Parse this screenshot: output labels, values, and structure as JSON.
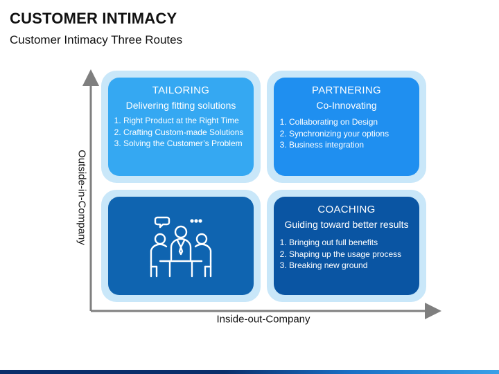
{
  "slide": {
    "title": "CUSTOMER INTIMACY",
    "subtitle": "Customer Intimacy Three Routes"
  },
  "axes": {
    "y_label": "Outside-in-Company",
    "x_label": "Inside-out-Company"
  },
  "quadrants": {
    "tailoring": {
      "title": "TAILORING",
      "subtitle": "Delivering fitting solutions",
      "items": [
        "Right Product at the Right Time",
        "Crafting Custom-made Solutions",
        "Solving the Customer’s Problem"
      ],
      "color": "#35a8f2"
    },
    "partnering": {
      "title": "PARTNERING",
      "subtitle": "Co-Innovating",
      "items": [
        "Collaborating on Design",
        "Synchronizing your options",
        "Business integration"
      ],
      "color": "#1f8ff0"
    },
    "meeting": {
      "icon": "team-meeting-icon",
      "color": "#0f64b0"
    },
    "coaching": {
      "title": "COACHING",
      "subtitle": "Guiding toward better results",
      "items": [
        "Bringing out full benefits",
        "Shaping up the usage process",
        "Breaking new ground"
      ],
      "color": "#0a55a3"
    }
  },
  "colors": {
    "outer_frame": "#c9e7f9",
    "axis": "#7f7f7f",
    "bottom_bar_dark": "#0a2f6b",
    "bottom_bar_light": "#3aa0e8"
  }
}
